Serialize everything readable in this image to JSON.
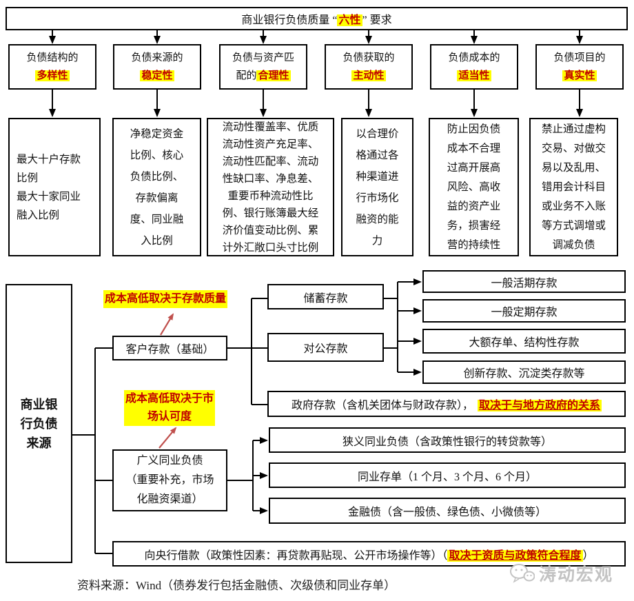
{
  "top": {
    "title": {
      "pre": "商业银行负债质量 “",
      "hl": "六性",
      "suf": "” 要求"
    },
    "boxes": [
      {
        "line1": "负债结构的",
        "pre2": "",
        "hl": "多样性"
      },
      {
        "line1": "负债来源的",
        "pre2": "",
        "hl": "稳定性"
      },
      {
        "line1": "负债与资产匹",
        "pre2": "配的",
        "hl": "合理性"
      },
      {
        "line1": "负债获取的",
        "pre2": "",
        "hl": "主动性"
      },
      {
        "line1": "负债成本的",
        "pre2": "",
        "hl": "适当性"
      },
      {
        "line1": "负债项目的",
        "pre2": "",
        "hl": "真实性"
      }
    ],
    "details": [
      "最大十户存款\n比例\n最大十家同业\n融入比例",
      "净稳定资金\n比例、核心\n负债比例、\n存款偏离\n度、同业融\n入比例",
      "流动性覆盖率、优质\n流动性资产充足率、\n流动性匹配率、流动\n性缺口率、净息差、\n重要币种流动性比\n例、银行账簿最大经\n济价值变动比例、累\n计外汇敞口头寸比例",
      "以合理价\n格通过各\n种渠道进\n行市场化\n融资的能\n力",
      "防止因负债\n成本不合理\n过高开展高\n风险、高收\n益的资产业\n务，损害经\n营的持续性",
      "禁止通过虚构\n交易、对做交\n易以及乱用、\n错用会计科目\n或业务不入账\n等方式调增或\n调减负债"
    ]
  },
  "bottom": {
    "main": "商业银\n行负债\n来源",
    "note1": "成本高低取决于存款质量",
    "note2": "成本高低取决于市\n场认可度",
    "customer": "客户存款（基础）",
    "savings": "储蓄存款",
    "corporate": "对公存款",
    "retail_products": [
      "一般活期存款",
      "一般定期存款",
      "大额存单、结构性存款",
      "创新存款、沉淀类存款等"
    ],
    "government": {
      "pre": "政府存款（含机关团体与财政存款），",
      "hl": "取决于与地方政府的关系"
    },
    "interbank": "广义同业负债\n（重要补充，市场\n化融资渠道）",
    "interbank_products": [
      "狭义同业负债（含政策性银行的转贷款等）",
      "同业存单（1 个月、3 个月、6 个月）",
      "金融债（含一般债、绿色债、小微债等）"
    ],
    "pboc": {
      "pre": "向央行借款（政策性因素：再贷款再贴现、公开市场操作等）（",
      "hl": "取决于资质与政策符合程度",
      "suf": "）"
    }
  },
  "footer": {
    "source": "资料来源：Wind（债券发行包括金融债、次级债和同业存单）",
    "watermark": "涛动宏观"
  },
  "colors": {
    "highlight": "#ffff00",
    "accent_red": "#c00000",
    "arrow_red": "#c0504d"
  }
}
